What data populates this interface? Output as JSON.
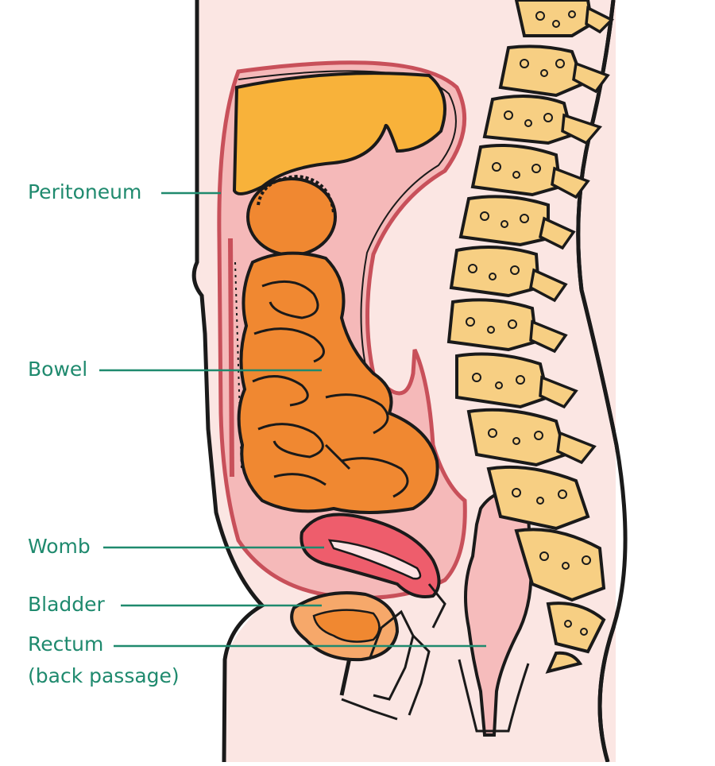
{
  "colors": {
    "skin": "#fbe6e3",
    "outline": "#1a1a1a",
    "peritoneum_line": "#c8505a",
    "peritoneum_fill": "#f5b9b9",
    "liver": "#f8b23a",
    "bowel": "#f08831",
    "womb_outer": "#ee5d6c",
    "womb_inner": "#fde3e4",
    "bladder": "#f08831",
    "rectum": "#f6bcbc",
    "spine": "#f7cf83",
    "label": "#1f8a6e"
  },
  "labels": {
    "peritoneum": "Peritoneum",
    "bowel": "Bowel",
    "womb": "Womb",
    "bladder": "Bladder",
    "rectum_line1": "Rectum",
    "rectum_line2": "(back passage)"
  }
}
